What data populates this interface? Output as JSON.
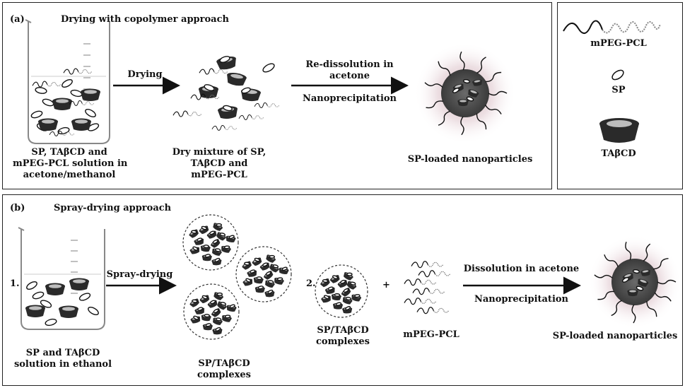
{
  "panel_a": {
    "label": "(a)",
    "title": "Drying with copolymer approach",
    "beaker_caption": [
      "SP, TAβCD and",
      "mPEG-PCL solution in",
      "acetone/methanol"
    ],
    "arrow1_label": "Drying",
    "mixture_caption": [
      "Dry mixture of SP,",
      "TAβCD and",
      "mPEG-PCL"
    ],
    "arrow2_label_top": [
      "Re-dissolution in",
      "acetone"
    ],
    "arrow2_label_bottom": "Nanoprecipitation",
    "product_caption": "SP-loaded nanoparticles"
  },
  "legend": {
    "polymer_label": "mPEG-PCL",
    "sp_label": "SP",
    "cd_label": "TAβCD"
  },
  "panel_b": {
    "label": "(b)",
    "title": "Spray-drying approach",
    "step1": "1.",
    "beaker_caption": [
      "SP and TAβCD",
      "solution in ethanol"
    ],
    "arrow1_label": "Spray-drying",
    "complexes_caption": [
      "SP/TAβCD",
      "complexes"
    ],
    "step2": "2.",
    "complex2_caption": [
      "SP/TAβCD",
      "complexes"
    ],
    "plus": "+",
    "polymer_caption": "mPEG-PCL",
    "arrow2_label_top": "Dissolution in acetone",
    "arrow2_label_bottom": "Nanoprecipitation",
    "product_caption": "SP-loaded nanoparticles"
  },
  "colors": {
    "cd_dark": "#2a2a2a",
    "cd_light": "#bdbdbd",
    "halo": "#c9a3ad"
  }
}
